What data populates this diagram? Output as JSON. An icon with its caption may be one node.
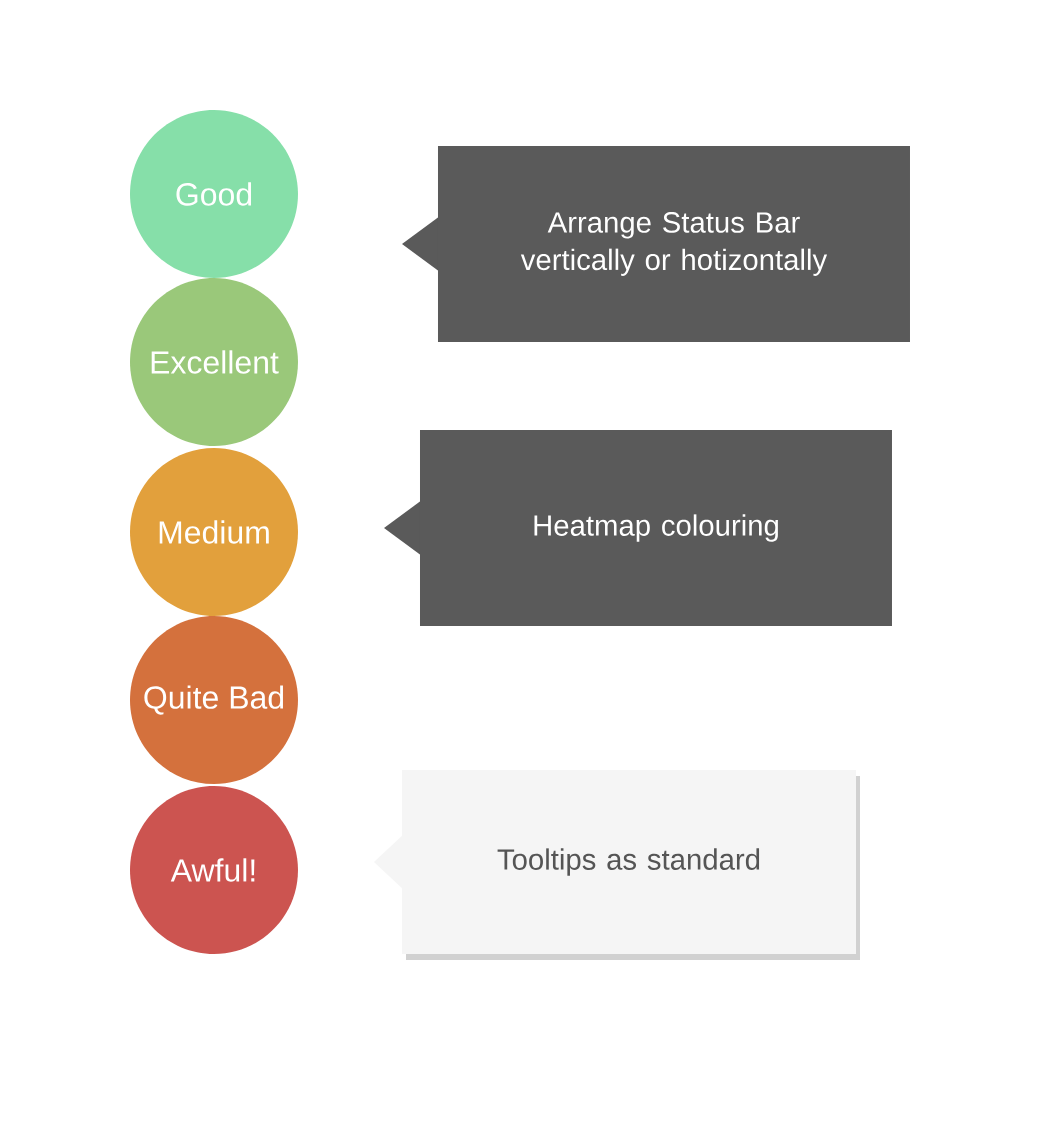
{
  "diagram": {
    "nodes": [
      {
        "text": [
          "Good"
        ]
      },
      {
        "text": [
          "Excellent"
        ]
      },
      {
        "text": [
          "Medium"
        ]
      },
      {
        "text": [
          "Quite Bad"
        ]
      },
      {
        "text": [
          "Awful!"
        ]
      },
      {
        "text": [
          "Arrange Status Bar vertically or hotizontally"
        ]
      },
      {
        "text": [
          "Heatmap colouring"
        ]
      },
      {
        "text": [
          "Tooltips as standard"
        ]
      }
    ]
  }
}
